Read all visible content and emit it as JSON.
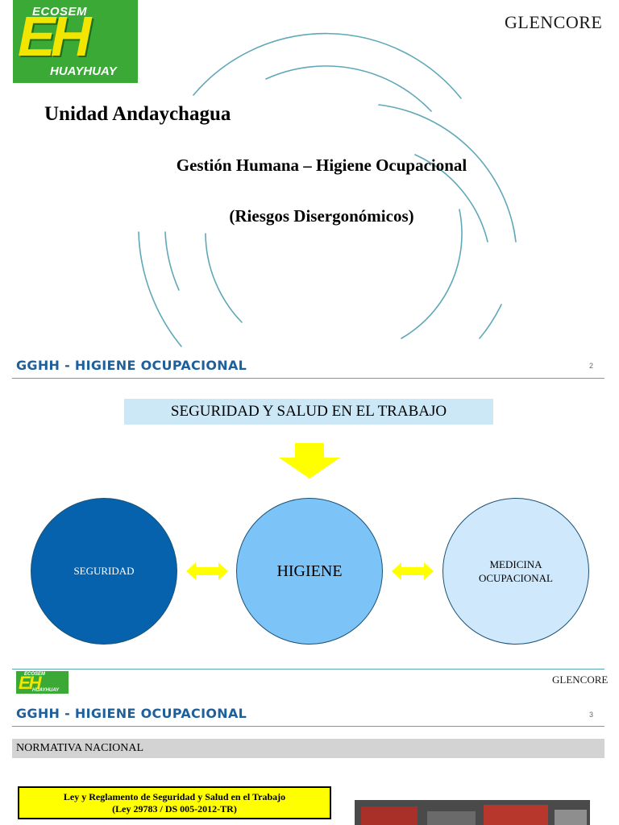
{
  "slide1": {
    "logo": {
      "top_text": "ECOSEM",
      "mark": "EH",
      "bottom_text": "HUAYHUAY"
    },
    "brand": "GLENCORE",
    "unit_title": "Unidad Andaychagua",
    "subtitle": "Gestión Humana – Higiene Ocupacional",
    "subtitle2": "(Riesgos Disergonómicos)"
  },
  "slide2": {
    "header": "GGHH - HIGIENE OCUPACIONAL",
    "page_number": "2",
    "banner": "SEGURIDAD Y SALUD EN EL TRABAJO",
    "circles": [
      "SEGURIDAD",
      "HIGIENE",
      "MEDICINA",
      "OCUPACIONAL"
    ]
  },
  "slide3": {
    "logo": {
      "top_text": "ECOSEM",
      "mark": "EH",
      "bottom_text": "HUAYHUAY"
    },
    "brand": "GLENCORE",
    "header": "GGHH - HIGIENE OCUPACIONAL",
    "page_number": "3",
    "section": "NORMATIVA NACIONAL",
    "law_line1": "Ley y Reglamento de Seguridad y Salud en el Trabajo",
    "law_line2": "(Ley 29783 / DS 005-2012-TR)"
  },
  "colors": {
    "logo_green": "#3aa935",
    "logo_yellow": "#f2e600",
    "header_blue": "#1f5f9a",
    "arc_blue": "#5fa8b8",
    "circle_dark": "#0762ad",
    "circle_mid": "#7cc4f7",
    "circle_light": "#cfe8fb",
    "arrow_yellow": "#ffff00",
    "banner_bg": "#cce8f7",
    "law_box": "#ffff00"
  }
}
